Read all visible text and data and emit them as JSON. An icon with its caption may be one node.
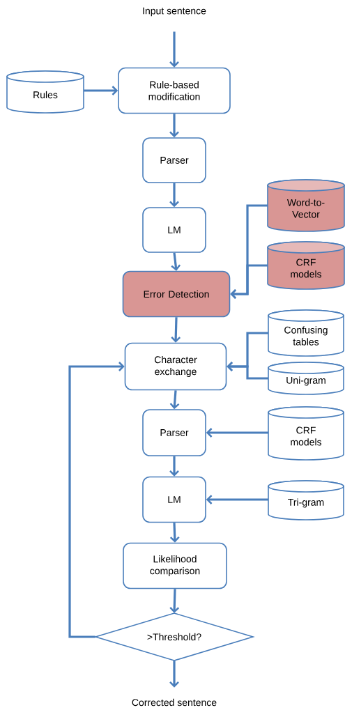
{
  "diagram": {
    "nodes": [
      {
        "text": [
          "Input sentence"
        ]
      },
      {
        "text": [
          "Rules"
        ]
      },
      {
        "text": [
          "Rule-based modification"
        ]
      },
      {
        "text": [
          "Parser"
        ]
      },
      {
        "text": [
          "Word-to-Vector"
        ]
      },
      {
        "text": [
          "LM"
        ]
      },
      {
        "text": [
          "CRF models"
        ]
      },
      {
        "text": [
          "Error Detection"
        ]
      },
      {
        "text": [
          "Confusing tables"
        ]
      },
      {
        "text": [
          "Character exchange"
        ]
      },
      {
        "text": [
          "Uni-gram"
        ]
      },
      {
        "text": [
          "Parser"
        ]
      },
      {
        "text": [
          "CRF models"
        ]
      },
      {
        "text": [
          "LM"
        ]
      },
      {
        "text": [
          "Tri-gram"
        ]
      },
      {
        "text": [
          "Likelihood comparison"
        ]
      },
      {
        "text": [
          ">Threshold?"
        ]
      },
      {
        "text": [
          "Corrected  sentence"
        ]
      }
    ],
    "edges": [
      {
        "from": 0,
        "to": 2,
        "arrow": "to"
      },
      {
        "from": 1,
        "to": 2,
        "arrow": "to"
      },
      {
        "from": 2,
        "to": 3,
        "arrow": "to"
      },
      {
        "from": 3,
        "to": 5,
        "arrow": "to"
      },
      {
        "from": 4,
        "to": 7,
        "arrow": "to"
      },
      {
        "from": 6,
        "to": 7,
        "arrow": "to"
      },
      {
        "from": 5,
        "to": 7,
        "arrow": "to"
      },
      {
        "from": 7,
        "to": 9,
        "arrow": "to"
      },
      {
        "from": 8,
        "to": 9,
        "arrow": "to"
      },
      {
        "from": 10,
        "to": 9,
        "arrow": "to"
      },
      {
        "from": 9,
        "to": 11,
        "arrow": "to"
      },
      {
        "from": 12,
        "to": 11,
        "arrow": "to"
      },
      {
        "from": 11,
        "to": 13,
        "arrow": "to"
      },
      {
        "from": 14,
        "to": 13,
        "arrow": "to"
      },
      {
        "from": 13,
        "to": 15,
        "arrow": "to"
      },
      {
        "from": 15,
        "to": 16,
        "arrow": "to"
      },
      {
        "from": 16,
        "to": 9,
        "arrow": "to"
      },
      {
        "from": 16,
        "to": 17,
        "arrow": "to"
      }
    ]
  }
}
